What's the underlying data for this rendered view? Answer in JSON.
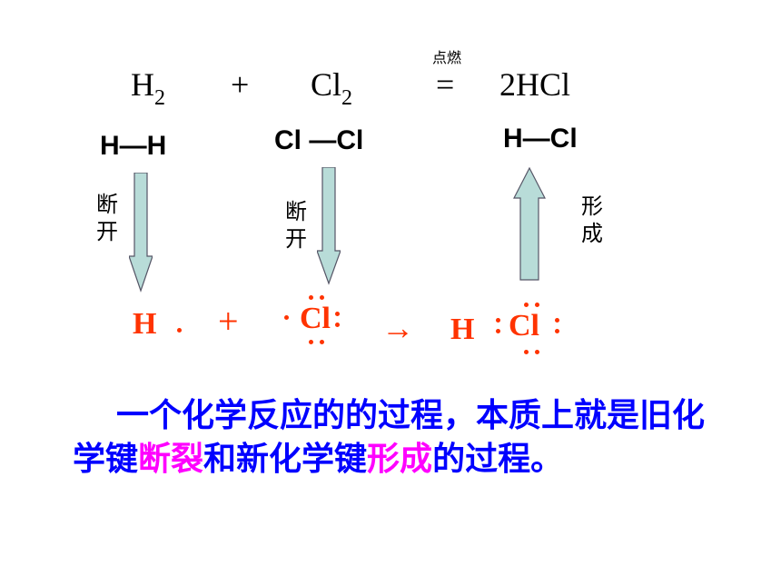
{
  "equation": {
    "reactant1": "H",
    "reactant1_sub": "2",
    "plus": "+",
    "reactant2": "Cl",
    "reactant2_sub": "2",
    "condition": "点燃",
    "equals": "=",
    "product": "2HCl"
  },
  "bonds": {
    "h_h": "H—H",
    "cl_cl": "Cl —Cl",
    "h_cl": "H—Cl"
  },
  "arrow_labels": {
    "break_1": "断开",
    "break_2": "断开",
    "form": "形成"
  },
  "electron_formula": {
    "h_atom": "H",
    "plus": "+",
    "cl_atom": "Cl",
    "arrow": "→",
    "product_h": "H",
    "product_cl": "Cl"
  },
  "colors": {
    "red": "#ff3300",
    "blue": "#0000ff",
    "magenta": "#ff00ff",
    "arrow_fill": "#b8dcd8"
  },
  "paragraph": {
    "part1": "一个化学反应的的过程，本质上就是旧化学键",
    "highlight1": "断裂",
    "part2": "和新化学键",
    "highlight2": "形成",
    "part3": "的过程。"
  }
}
